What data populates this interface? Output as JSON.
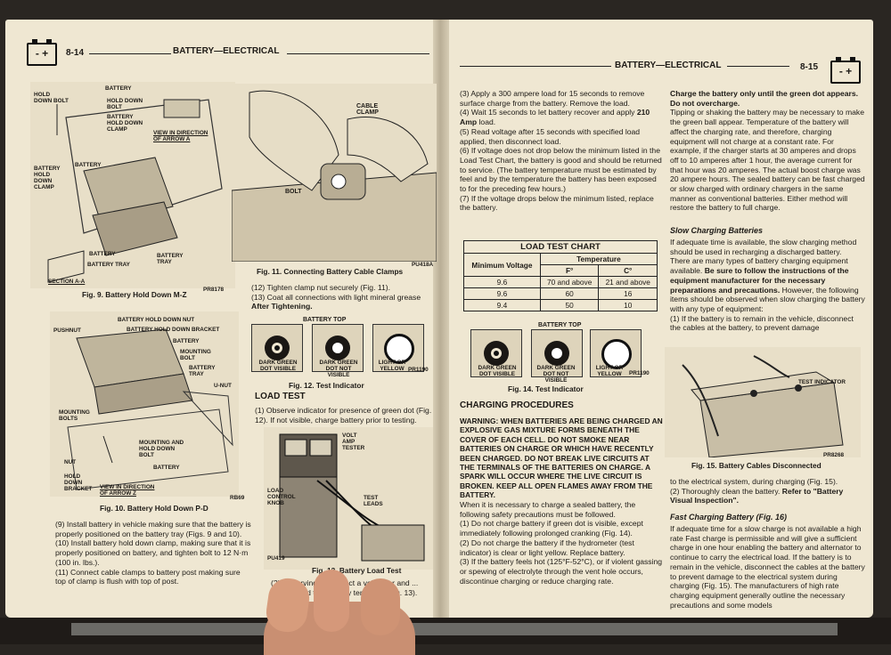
{
  "left": {
    "page_no": "8-14",
    "header": "BATTERY—ELECTRICAL",
    "icon": "battery-icon",
    "fig9": {
      "labels": [
        "HOLD DOWN BOLT",
        "BATTERY",
        "HOLD DOWN BOLT",
        "BATTERY HOLD DOWN CLAMP",
        "VIEW IN DIRECTION OF ARROW A",
        "BATTERY",
        "BATTERY HOLD DOWN CLAMP",
        "BATTERY",
        "BATTERY",
        "BATTERY TRAY",
        "BATTERY TRAY",
        "SECTION A-A"
      ],
      "code": "PR8178",
      "caption": "Fig. 9.   Battery Hold Down M-Z"
    },
    "fig10": {
      "labels": [
        "PUSHNUT",
        "BATTERY HOLD DOWN NUT",
        "BATTERY HOLD DOWN BRACKET",
        "BATTERY",
        "MOUNTING BOLT",
        "BATTERY TRAY",
        "U-NUT",
        "MOUNTING BOLTS",
        "MOUNTING AND HOLD DOWN BOLT",
        "BATTERY",
        "NUT",
        "HOLD DOWN BRACKET",
        "VIEW IN DIRECTION OF ARROW Z"
      ],
      "code": "RB69",
      "caption": "Fig. 10.   Battery Hold Down P-D"
    },
    "fig11": {
      "labels": [
        "CABLE CLAMP",
        "BOLT"
      ],
      "code": "PU418A",
      "caption": "Fig. 11.   Connecting Battery Cable Clamps"
    },
    "para_left": [
      "(9)  Install battery in vehicle making sure that the battery is properly positioned on the battery tray (Figs. 9 and 10).",
      "(10)  Install battery hold down clamp, making sure that it is properly positioned on battery, and tighten bolt to 12 N·m (100 in. lbs.).",
      "(11)  Connect cable clamps to battery post making sure top of clamp is flush with top of post."
    ],
    "para_mid": [
      "(12)  Tighten clamp nut securely (Fig. 11).",
      "(13)  Coat all connections with light mineral grease"
    ],
    "after_tightening": "After Tightening.",
    "fig12": {
      "top_label": "BATTERY TOP",
      "labels": [
        "DARK GREEN DOT VISIBLE",
        "DARK GREEN DOT NOT VISIBLE",
        "LIGHT OR YELLOW"
      ],
      "code": "PR1190",
      "caption": "Fig. 12.   Test Indicator"
    },
    "load_test_title": "LOAD TEST",
    "load_test_text": "(1)  Observe indicator for presence of green dot (Fig. 12). If not visible, charge battery prior to testing.",
    "fig13": {
      "labels": [
        "VOLT AMP TESTER",
        "LOAD CONTROL KNOB",
        "TEST LEADS"
      ],
      "code": "PU419",
      "caption": "Fig. 13.   Battery Load Test"
    },
    "bottom_text": "(2)  Observing ... connect a voltmeter and ... battery load te... battery terminals (Fig. 13)."
  },
  "right": {
    "page_no": "8-15",
    "header": "BATTERY—ELECTRICAL",
    "icon": "battery-icon",
    "col1_top": [
      "(3)  Apply a 300 ampere load for 15 seconds to remove surface charge from the battery. Remove the load.",
      "(4)  Wait 15 seconds to let battery recover and apply",
      "210 Amp",
      "load.",
      "(5)  Read voltage after 15 seconds with specified load applied, then disconnect load.",
      "(6)  If voltage does not drop below the minimum listed in the Load Test Chart, the battery is good and should be returned to service. (The battery temperature must be estimated by feel and by the temperature the battery has been exposed to for the preceding few hours.)",
      "(7)  If the voltage drops below the minimum listed, replace the battery."
    ],
    "chart": {
      "title": "LOAD TEST CHART",
      "col_min": "Minimum Voltage",
      "col_temp": "Temperature",
      "unit_f": "F°",
      "unit_c": "C°",
      "rows": [
        {
          "v": "9.6",
          "f": "70 and above",
          "c": "21 and above"
        },
        {
          "v": "9.6",
          "f": "60",
          "c": "16"
        },
        {
          "v": "9.4",
          "f": "50",
          "c": "10"
        }
      ]
    },
    "fig14": {
      "top_label": "BATTERY TOP",
      "labels": [
        "DARK GREEN DOT VISIBLE",
        "DARK GREEN DOT NOT VISIBLE",
        "LIGHT OR YELLOW"
      ],
      "code": "PR1190",
      "caption": "Fig. 14.   Test Indicator"
    },
    "charging_title": "CHARGING PROCEDURES",
    "warning": "WARNING: WHEN BATTERIES ARE BEING CHARGED AN EXPLOSIVE GAS MIXTURE FORMS BENEATH THE COVER OF EACH CELL. DO NOT SMOKE NEAR BATTERIES ON CHARGE OR WHICH HAVE RECENTLY BEEN CHARGED. DO NOT BREAK LIVE CIRCUITS AT THE TERMINALS OF THE BATTERIES ON CHARGE. A SPARK WILL OCCUR WHERE THE LIVE CIRCUIT IS BROKEN. KEEP ALL OPEN FLAMES AWAY FROM THE BATTERY.",
    "col1_bottom": [
      "When it is necessary to charge a sealed battery, the following safety precautions must be followed.",
      "(1)  Do not charge battery if green dot is visible, except immediately following prolonged cranking (Fig. 14).",
      "(2)  Do not charge the battery if the hydrometer (test indicator) is clear or light yellow. Replace battery.",
      "(3)  If the battery feels hot (125°F-52°C), or if violent gassing or spewing of electrolyte through the vent hole occurs, discontinue charging or reduce charging rate."
    ],
    "col2_top_bold": "Charge the battery only until the green dot appears. Do not overcharge.",
    "col2_top": "Tipping or shaking the battery may be necessary to make the green ball appear. Temperature of the battery will affect the charging rate, and therefore, charging equipment will not charge at a constant rate. For example, if the charger starts at 30 amperes and drops off to 10 amperes after 1 hour, the average current for that hour was 20 amperes. The actual boost charge was 20 ampere hours. The sealed battery can be fast charged or slow charged with ordinary chargers in the same manner as conventional batteries. Either method will restore the battery to full charge.",
    "slow_title": "Slow Charging Batteries",
    "slow_text": "If adequate time is available, the slow charging method should be used in recharging a discharged battery.",
    "slow_text2a": "There are many types of battery charging equipment available.",
    "slow_text2b": "Be sure to follow the instructions of the equipment manufacturer for the necessary preparations and precautions.",
    "slow_text2c": "However, the following items should be observed when slow charging the battery with any type of equipment:",
    "slow_text3": "(1)  If the battery is to remain in the vehicle, disconnect the cables at the battery, to prevent damage",
    "fig15": {
      "labels": [
        "TEST INDICATOR"
      ],
      "code": "PR8268",
      "caption": "Fig. 15.   Battery Cables Disconnected"
    },
    "col2_after": "to the electrical system, during charging (Fig. 15).",
    "col2_after2a": "(2)  Thoroughly clean the battery.",
    "col2_after2b": "Refer to \"Battery Visual Inspection\".",
    "fast_title": "Fast Charging Battery (Fig. 16)",
    "fast_text": "If adequate time for a slow charge is not available a high rate Fast charge is permissible and will give a sufficient charge in one hour enabling the battery and alternator to continue to carry the electrical load. If the battery is to remain in the vehicle, disconnect the cables at the battery to prevent damage to the electrical system during charging (Fig. 15). The manufacturers of high rate charging equipment generally outline the necessary precautions and some models"
  }
}
